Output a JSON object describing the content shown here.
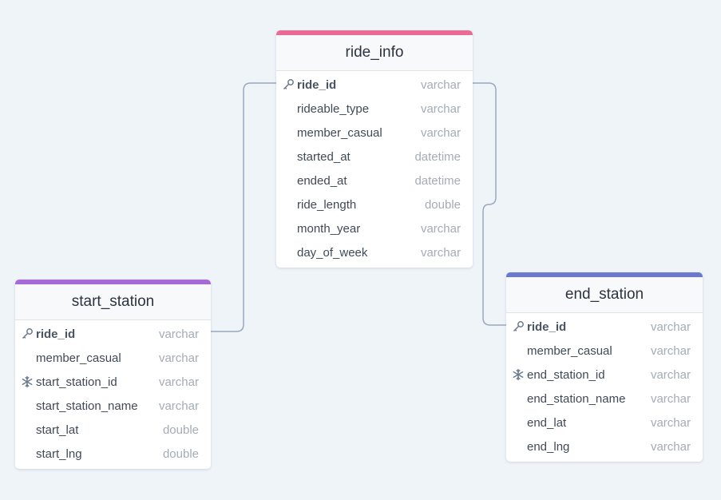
{
  "canvas": {
    "background": "#eff4f8"
  },
  "tables": [
    {
      "id": "ride_info",
      "name": "ride_info",
      "accent": "#ea6c96",
      "fields": [
        {
          "name": "ride_id",
          "type": "varchar",
          "icon": "key-icon"
        },
        {
          "name": "rideable_type",
          "type": "varchar",
          "icon": ""
        },
        {
          "name": "member_casual",
          "type": "varchar",
          "icon": ""
        },
        {
          "name": "started_at",
          "type": "datetime",
          "icon": ""
        },
        {
          "name": "ended_at",
          "type": "datetime",
          "icon": ""
        },
        {
          "name": "ride_length",
          "type": "double",
          "icon": ""
        },
        {
          "name": "month_year",
          "type": "varchar",
          "icon": ""
        },
        {
          "name": "day_of_week",
          "type": "varchar",
          "icon": ""
        }
      ]
    },
    {
      "id": "start_station",
      "name": "start_station",
      "accent": "#a66ad9",
      "fields": [
        {
          "name": "ride_id",
          "type": "varchar",
          "icon": "key-icon"
        },
        {
          "name": "member_casual",
          "type": "varchar",
          "icon": ""
        },
        {
          "name": "start_station_id",
          "type": "varchar",
          "icon": "snowflake-icon"
        },
        {
          "name": "start_station_name",
          "type": "varchar",
          "icon": ""
        },
        {
          "name": "start_lat",
          "type": "double",
          "icon": ""
        },
        {
          "name": "start_lng",
          "type": "double",
          "icon": ""
        }
      ]
    },
    {
      "id": "end_station",
      "name": "end_station",
      "accent": "#6a78d2",
      "fields": [
        {
          "name": "ride_id",
          "type": "varchar",
          "icon": "key-icon"
        },
        {
          "name": "member_casual",
          "type": "varchar",
          "icon": ""
        },
        {
          "name": "end_station_id",
          "type": "varchar",
          "icon": "snowflake-icon"
        },
        {
          "name": "end_station_name",
          "type": "varchar",
          "icon": ""
        },
        {
          "name": "end_lat",
          "type": "varchar",
          "icon": ""
        },
        {
          "name": "end_lng",
          "type": "varchar",
          "icon": ""
        }
      ]
    }
  ],
  "relations": [
    {
      "from": "ride_info.ride_id",
      "to": "start_station.ride_id"
    },
    {
      "from": "ride_info.ride_id",
      "to": "end_station.ride_id"
    }
  ]
}
